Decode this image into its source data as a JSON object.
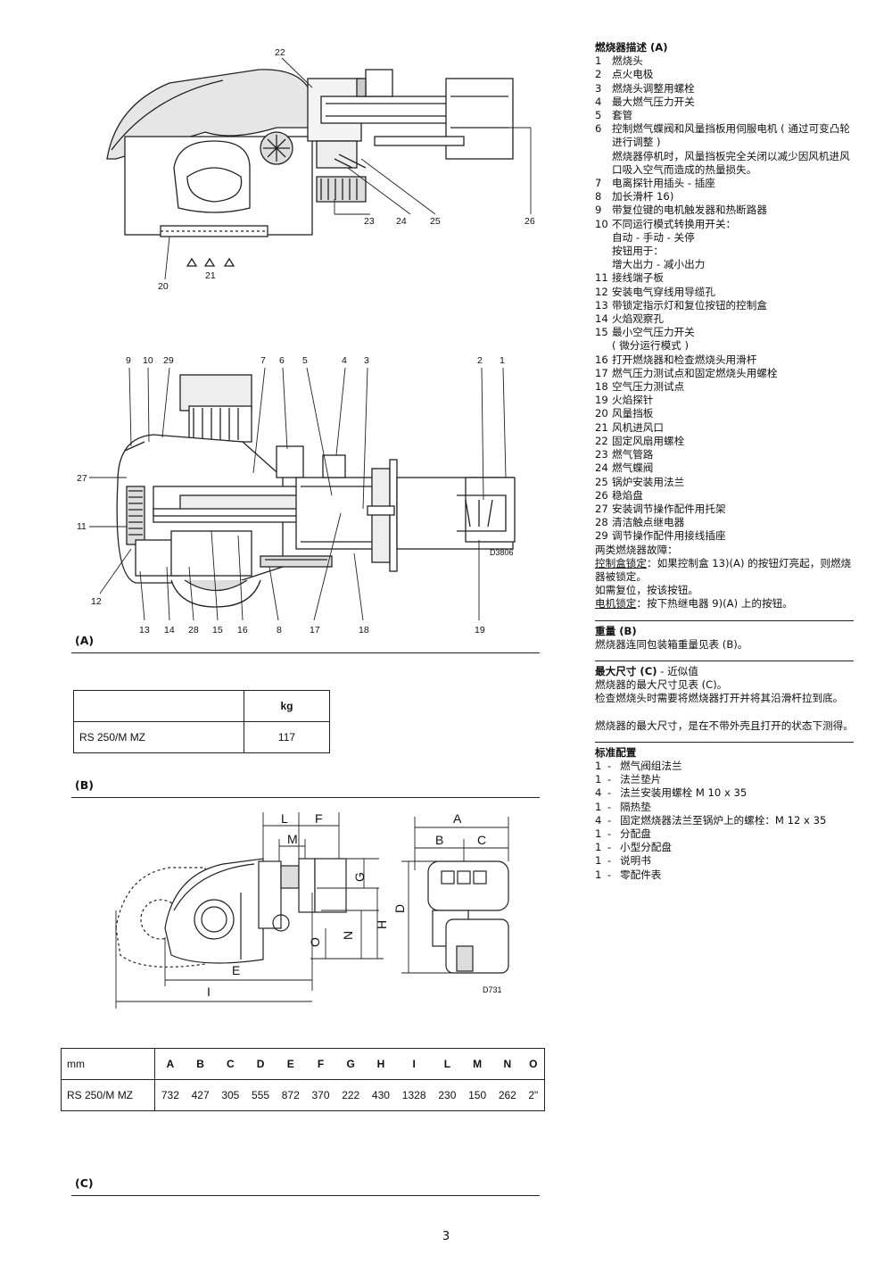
{
  "figure_a": {
    "caption": "(A)",
    "drawing_code": "D3806",
    "top_callouts": [
      "22",
      "23",
      "24",
      "25",
      "26",
      "20",
      "21"
    ],
    "side_top_callouts": [
      "9",
      "10",
      "29",
      "7",
      "6",
      "5",
      "4",
      "3",
      "2",
      "1"
    ],
    "side_left_callouts": [
      "27",
      "11",
      "12"
    ],
    "side_bottom_callouts": [
      "13",
      "14",
      "28",
      "15",
      "16",
      "8",
      "17",
      "18",
      "19"
    ]
  },
  "weight_table": {
    "caption": "(B)",
    "header": [
      "",
      "kg"
    ],
    "rows": [
      [
        "RS 250/M MZ",
        "117"
      ]
    ]
  },
  "figure_c": {
    "caption": "(C)",
    "drawing_code": "D731",
    "dim_letters": [
      "L",
      "F",
      "M",
      "G",
      "H",
      "N",
      "O",
      "E",
      "I",
      "A",
      "B",
      "C",
      "D"
    ]
  },
  "dimensions_table": {
    "header": [
      "mm",
      "A",
      "B",
      "C",
      "D",
      "E",
      "F",
      "G",
      "H",
      "I",
      "L",
      "M",
      "N",
      "O"
    ],
    "rows": [
      [
        "RS 250/M MZ",
        "732",
        "427",
        "305",
        "555",
        "872",
        "370",
        "222",
        "430",
        "1328",
        "230",
        "150",
        "262",
        "2\""
      ]
    ]
  },
  "description": {
    "title": "燃烧器描述 (A)",
    "items": [
      {
        "n": "1",
        "t": "燃烧头"
      },
      {
        "n": "2",
        "t": "点火电极"
      },
      {
        "n": "3",
        "t": "燃烧头调整用螺栓"
      },
      {
        "n": "4",
        "t": "最大燃气压力开关"
      },
      {
        "n": "5",
        "t": "套管"
      },
      {
        "n": "6",
        "t": "控制燃气蝶阀和风量挡板用伺服电机 ( 通过可变凸轮进行调整 )"
      },
      {
        "n": "",
        "t": "燃烧器停机时，风量挡板完全关闭以减少因风机进风口吸入空气而造成的热量损失。"
      },
      {
        "n": "7",
        "t": "电离探针用插头 - 插座"
      },
      {
        "n": "8",
        "t": "加长滑杆 16)"
      },
      {
        "n": "9",
        "t": "带复位键的电机触发器和热断路器"
      },
      {
        "n": "10",
        "t": "不同运行模式转换用开关："
      },
      {
        "n": "",
        "t": "自动 - 手动 - 关停"
      },
      {
        "n": "",
        "t": "按钮用于："
      },
      {
        "n": "",
        "t": "增大出力 - 减小出力"
      },
      {
        "n": "11",
        "t": "接线端子板"
      },
      {
        "n": "12",
        "t": "安装电气穿线用导缆孔"
      },
      {
        "n": "13",
        "t": "带锁定指示灯和复位按钮的控制盒"
      },
      {
        "n": "14",
        "t": "火焰观察孔"
      },
      {
        "n": "15",
        "t": "最小空气压力开关"
      },
      {
        "n": "",
        "t": "( 微分运行模式 )"
      },
      {
        "n": "16",
        "t": "打开燃烧器和检查燃烧头用滑杆"
      },
      {
        "n": "17",
        "t": "燃气压力测试点和固定燃烧头用螺栓"
      },
      {
        "n": "18",
        "t": "空气压力测试点"
      },
      {
        "n": "19",
        "t": "火焰探针"
      },
      {
        "n": "20",
        "t": "风量挡板"
      },
      {
        "n": "21",
        "t": "风机进风口"
      },
      {
        "n": "22",
        "t": "固定风扇用螺栓"
      },
      {
        "n": "23",
        "t": "燃气管路"
      },
      {
        "n": "24",
        "t": "燃气蝶阀"
      },
      {
        "n": "25",
        "t": "锅炉安装用法兰"
      },
      {
        "n": "26",
        "t": "稳焰盘"
      },
      {
        "n": "27",
        "t": "安装调节操作配件用托架"
      },
      {
        "n": "28",
        "t": "清洁触点继电器"
      },
      {
        "n": "29",
        "t": "调节操作配件用接线插座"
      }
    ],
    "faults_title": "两类燃烧器故障：",
    "lockout_control_label": "控制盒锁定",
    "lockout_control_text": "：如果控制盒 13)(A) 的按钮灯亮起，则燃烧器被锁定。",
    "reset_text": "如需复位，按该按钮。",
    "lockout_motor_label": "电机锁定",
    "lockout_motor_text": "：按下热继电器 9)(A) 上的按钮。"
  },
  "weight_section": {
    "title": "重量 (B)",
    "text": "燃烧器连同包装箱重量见表 (B)。"
  },
  "max_dim_section": {
    "title": "最大尺寸 (C)",
    "title_suffix": " - 近似值",
    "p1": "燃烧器的最大尺寸见表 (C)。",
    "p2": "检查燃烧头时需要将燃烧器打开并将其沿滑杆拉到底。",
    "p3": "燃烧器的最大尺寸，是在不带外壳且打开的状态下测得。"
  },
  "standard_section": {
    "title": "标准配置",
    "items": [
      {
        "q": "1",
        "t": "燃气阀组法兰"
      },
      {
        "q": "1",
        "t": "法兰垫片"
      },
      {
        "q": "4",
        "t": "法兰安装用螺栓 M 10 x 35"
      },
      {
        "q": "1",
        "t": "隔热垫"
      },
      {
        "q": "4",
        "t": "固定燃烧器法兰至锅炉上的螺栓：M 12 x 35"
      },
      {
        "q": "1",
        "t": "分配盘"
      },
      {
        "q": "1",
        "t": "小型分配盘"
      },
      {
        "q": "1",
        "t": "说明书"
      },
      {
        "q": "1",
        "t": "零配件表"
      }
    ]
  },
  "page_number": "3"
}
